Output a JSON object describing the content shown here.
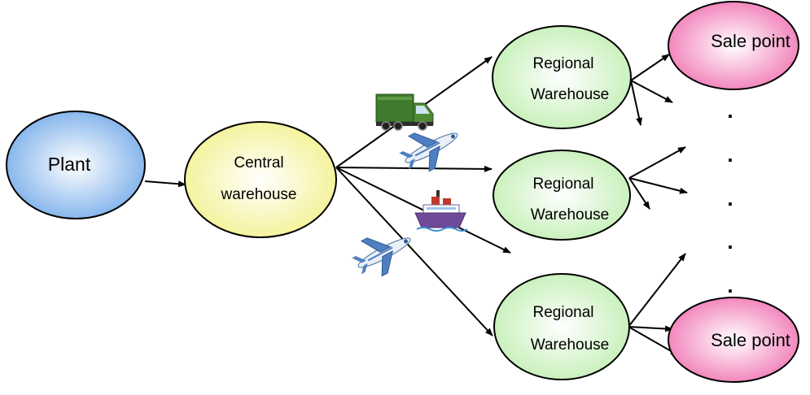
{
  "nodes": {
    "plant": {
      "label": "Plant",
      "color": "#6fa8e8"
    },
    "central": {
      "line1": "Central",
      "line2": "warehouse",
      "color": "#f3f08a"
    },
    "regional": [
      {
        "line1": "Regional",
        "line2": "Warehouse"
      },
      {
        "line1": "Regional",
        "line2": "Warehouse"
      },
      {
        "line1": "Regional",
        "line2": "Warehouse"
      }
    ],
    "regional_color": "#bfeeb0",
    "sale_points": [
      {
        "label": "Sale point"
      },
      {
        "label": "Sale point"
      }
    ],
    "sale_color": "#f06fb0"
  },
  "ellipsis_dots": [
    ".",
    ".",
    ".",
    ".",
    "."
  ],
  "transport_icons": [
    "truck-icon",
    "airplane-icon",
    "ship-icon",
    "airplane-icon"
  ]
}
